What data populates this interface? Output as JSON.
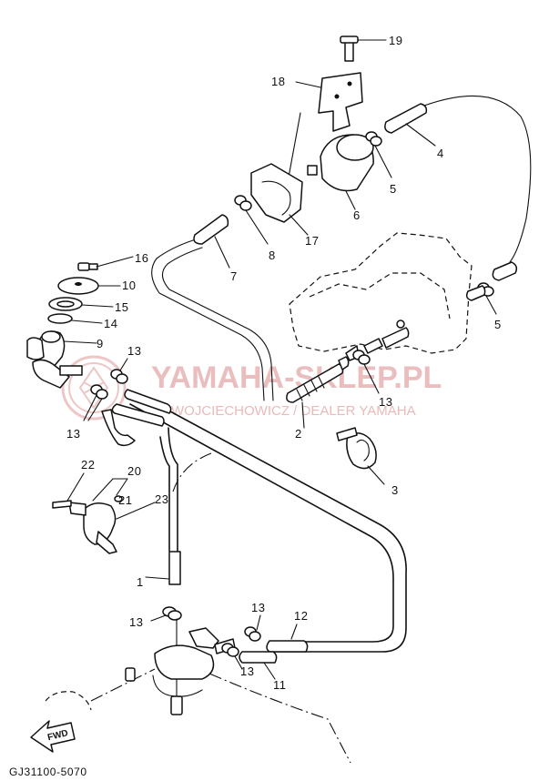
{
  "diagram": {
    "callouts": {
      "p1": "1",
      "p2": "2",
      "p3": "3",
      "p4": "4",
      "p5a": "5",
      "p5b": "5",
      "p6": "6",
      "p7": "7",
      "p8": "8",
      "p9": "9",
      "p10": "10",
      "p11": "11",
      "p12": "12",
      "p13a": "13",
      "p13b": "13",
      "p13c": "13",
      "p13d": "13",
      "p13e": "13",
      "p13f": "13",
      "p14": "14",
      "p15": "15",
      "p16": "16",
      "p17": "17",
      "p18": "18",
      "p19": "19",
      "p20": "20",
      "p21": "21",
      "p22": "22",
      "p23": "23"
    },
    "fwd_label": "FWD",
    "drawing_code": "GJ31100-5070"
  },
  "watermark": {
    "brand": "YAMAHA-SKLEP.PL",
    "subtitle": "WOJCIECHOWICZ / DEALER YAMAHA",
    "color": "#e7b3b3"
  }
}
